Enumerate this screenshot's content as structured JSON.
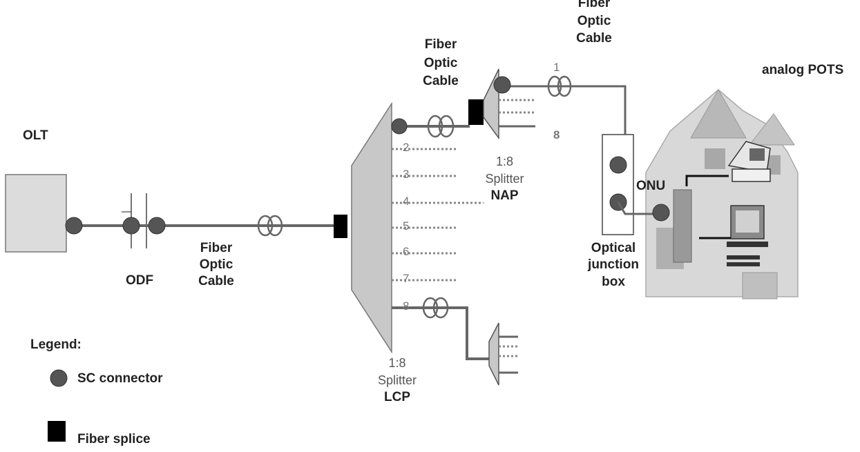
{
  "labels": {
    "olt": "OLT",
    "odf": "ODF",
    "feeder_cable": [
      "Fiber",
      "Optic",
      "Cable"
    ],
    "distribution_cable": [
      "Fiber",
      "Optic",
      "Cable"
    ],
    "drop_cable": [
      "Fiber",
      "Optic",
      "Cable"
    ],
    "lcp_ratio": "1:8",
    "lcp_splitter": "Splitter",
    "lcp_name": "LCP",
    "nap_ratio": "1:8",
    "nap_splitter": "Splitter",
    "nap_name": "NAP",
    "onu": "ONU",
    "junction_box": [
      "Optical",
      "junction",
      "box"
    ],
    "analog_pots": "analog POTS",
    "nap_port_first": "1",
    "nap_port_last": "8"
  },
  "lcp_ports": [
    "2",
    "3",
    "4",
    "5",
    "6",
    "7",
    "8"
  ],
  "legend": {
    "title": "Legend:",
    "sc_connector": "SC connector",
    "fiber_splice": "Fiber splice"
  },
  "colors": {
    "fiber": "#666666",
    "connector": "#555555",
    "splice": "#000000",
    "splitter_fill": "#c8c8c8",
    "olt_fill": "#dcdcdc"
  }
}
